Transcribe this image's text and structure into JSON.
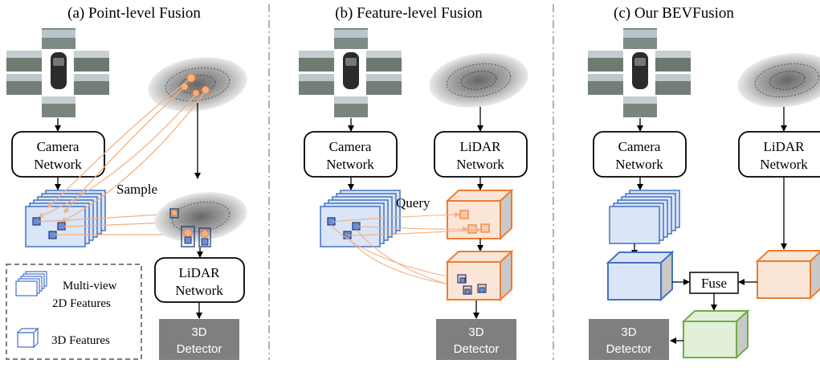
{
  "panels": [
    {
      "title": "(a) Point-level Fusion",
      "camera_box": {
        "line1": "Camera",
        "line2": "Network"
      },
      "lidar_box": {
        "line1": "LiDAR",
        "line2": "Network"
      },
      "annotation": "Sample",
      "detector": {
        "line1": "3D",
        "line2": "Detector"
      }
    },
    {
      "title": "(b) Feature-level Fusion",
      "camera_box": {
        "line1": "Camera",
        "line2": "Network"
      },
      "lidar_box": {
        "line1": "LiDAR",
        "line2": "Network"
      },
      "annotation": "Query",
      "detector": {
        "line1": "3D",
        "line2": "Detector"
      }
    },
    {
      "title": "(c) Our BEVFusion",
      "camera_box": {
        "line1": "Camera",
        "line2": "Network"
      },
      "lidar_box": {
        "line1": "LiDAR",
        "line2": "Network"
      },
      "fuse_label": "Fuse",
      "detector": {
        "line1": "3D",
        "line2": "Detector"
      }
    }
  ],
  "legend": {
    "multiview_line1": "Multi-view",
    "multiview_line2": "2D Features",
    "features_3d": "3D Features"
  },
  "colors": {
    "camera_feature_fill": "#dae6f7",
    "camera_feature_stroke": "#4472c4",
    "lidar_feature_fill": "#fbe5d6",
    "lidar_feature_stroke": "#ed7d31",
    "fused_feature_fill": "#e2f0d9",
    "fused_feature_stroke": "#70ad47",
    "detector_fill": "#7f7f7f",
    "sample_arrow": "#f4b183"
  }
}
